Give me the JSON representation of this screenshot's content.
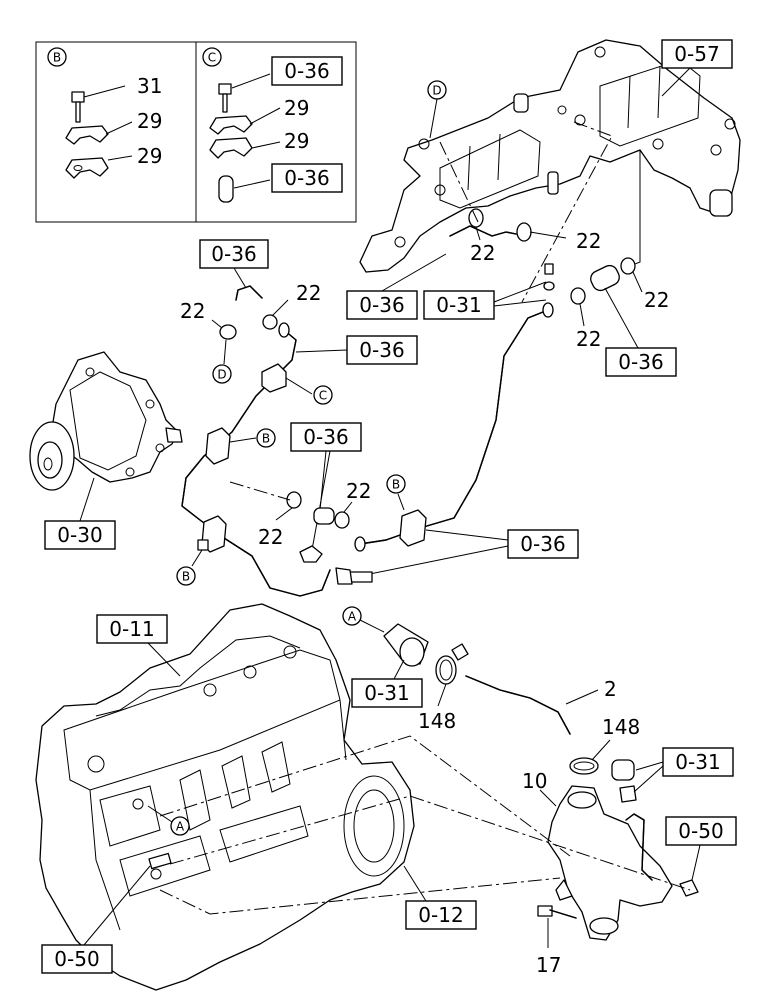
{
  "inset_b": {
    "letter": "B",
    "part_31": "31",
    "part_29a": "29",
    "part_29b": "29"
  },
  "inset_c": {
    "letter": "C",
    "ref_top": "0-36",
    "part_29a": "29",
    "part_29b": "29",
    "ref_bottom": "0-36"
  },
  "refs": {
    "r057": "0-57",
    "r036_hose_top": "0-36",
    "r036_egr": "0-36",
    "r031_egr": "0-31",
    "r036_right": "0-36",
    "r036_pipe": "0-36",
    "r036_mid": "0-36",
    "r030": "0-30",
    "r036_lower": "0-36",
    "r011": "0-11",
    "r031_thermo": "0-31",
    "r031_right": "0-31",
    "r050_right": "0-50",
    "r012": "0-12",
    "r050_left": "0-50"
  },
  "labels": {
    "p22_egr_right": "22",
    "p22_egr_center": "22",
    "p22_top_left": "22",
    "p22_top_mid": "22",
    "p22_far_right": "22",
    "p22_right_lower": "22",
    "p22_mid": "22",
    "p22_mid_left": "22",
    "p2": "2",
    "p148_left": "148",
    "p148_right": "148",
    "p10": "10",
    "p17": "17"
  },
  "callouts": {
    "d_egr": "D",
    "d_clamp": "D",
    "c_bracket": "C",
    "b_upper": "B",
    "b_lower": "B",
    "b_right": "B",
    "a_connector": "A",
    "a_block": "A"
  }
}
